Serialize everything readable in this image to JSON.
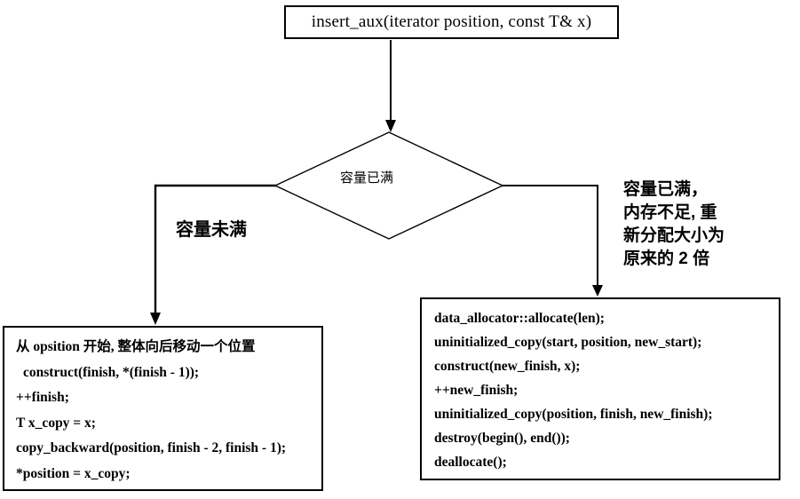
{
  "page": {
    "background_color": "#ffffff",
    "line_color": "#000000"
  },
  "flowchart": {
    "start_box": {
      "label": "insert_aux(iterator position, const T& x)"
    },
    "decision": {
      "label": "容量已满"
    },
    "left_branch": {
      "label": "容量未满"
    },
    "right_branch": {
      "lines": [
        "容量已满，",
        "内存不足, 重",
        "新分配大小为",
        "原来的 2 倍"
      ]
    },
    "left_box": {
      "lines": [
        "从 opsition 开始, 整体向后移动一个位置",
        "construct(finish, *(finish - 1));",
        "++finish;",
        "T x_copy = x;",
        "copy_backward(position, finish - 2, finish - 1);",
        "*position = x_copy;"
      ]
    },
    "right_box": {
      "lines": [
        "data_allocator::allocate(len);",
        "uninitialized_copy(start, position, new_start);",
        "construct(new_finish, x);",
        "++new_finish;",
        "uninitialized_copy(position, finish, new_finish);",
        "destroy(begin(), end());",
        "deallocate();"
      ]
    }
  }
}
